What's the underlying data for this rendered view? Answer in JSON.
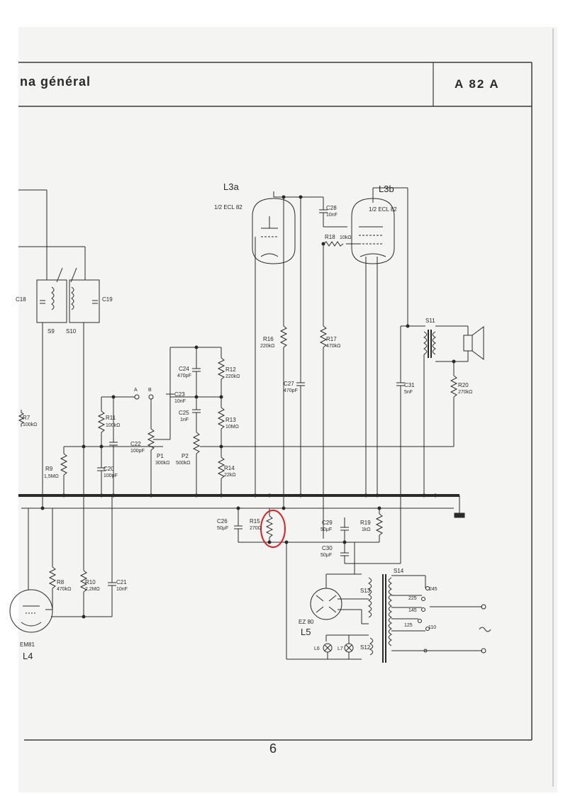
{
  "header": {
    "title": "na général",
    "model": "A 82 A"
  },
  "page_number": "6",
  "tubes": {
    "l3a": {
      "name": "L3a",
      "type": "1/2 ECL 82"
    },
    "l3b": {
      "name": "L3b",
      "type": "1/2 ECL 82"
    },
    "l4": {
      "name": "L4",
      "type": "EM81"
    },
    "l5": {
      "name": "L5",
      "type": "EZ 80"
    }
  },
  "components": {
    "c18": "C18",
    "c19": "C19",
    "s9": "S9",
    "s10": "S10",
    "r7": "R7",
    "r7v": "100kΩ",
    "r9": "R9",
    "r9v": "1,5MΩ",
    "r8": "R8",
    "r8v": "470kΩ",
    "r10": "R10",
    "r10v": "2,2MΩ",
    "r11": "R11",
    "r11v": "100kΩ",
    "c20": "C20",
    "c20v": "100pF",
    "c21": "C21",
    "c21v": "10nF",
    "c22": "C22",
    "c22v": "100pF",
    "p1": "P1",
    "p1v": "300kΩ",
    "p2": "P2",
    "p2v": "500kΩ",
    "a": "A",
    "b": "B",
    "c23": "C23",
    "c23v": "10nF",
    "c24": "C24",
    "c24v": "470pF",
    "c25": "C25",
    "c25v": "1nF",
    "r12": "R12",
    "r12v": "220kΩ",
    "r13": "R13",
    "r13v": "10MΩ",
    "r14": "R14",
    "r14v": "22kΩ",
    "r16": "R16",
    "r16v": "220kΩ",
    "c27": "C27",
    "c27v": "470pF",
    "c28": "C28",
    "c28v": "10nF",
    "r18": "R18",
    "r18v": "10kΩ",
    "r17": "R17",
    "r17v": "470kΩ",
    "c31": "C31",
    "c31v": "5nF",
    "s11": "S11",
    "r20": "R20",
    "r20v": "270kΩ",
    "c26": "C26",
    "c26v": "50μF",
    "r15": "R15",
    "r15v": "270Ω",
    "c29": "C29",
    "c29v": "50μF",
    "r19": "R19",
    "r19v": "1kΩ",
    "c30": "C30",
    "c30v": "50μF",
    "s13": "S13",
    "s14": "S14",
    "s12": "S12",
    "l6": "L6",
    "l7": "L7",
    "v245": "245",
    "v225": "225",
    "v145": "145",
    "v125": "125",
    "v110": "110"
  },
  "colors": {
    "ink": "#2a2a2a",
    "paper": "#f4f4f2",
    "highlight": "#e01c1c"
  }
}
